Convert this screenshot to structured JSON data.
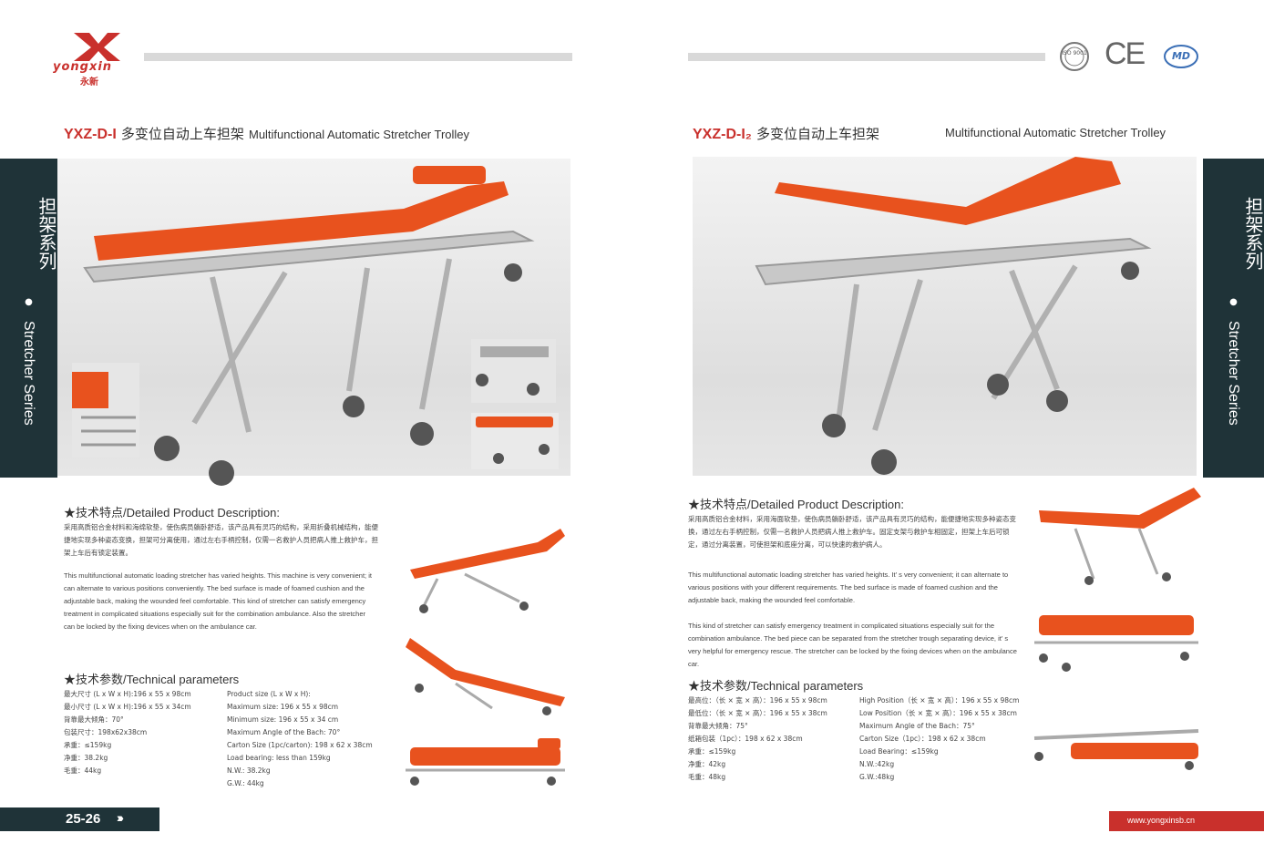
{
  "brand": {
    "name": "yongxin",
    "name_cn": "永新"
  },
  "cert_logos": [
    "iso-9001-seal",
    "ce-mark",
    "md-mark"
  ],
  "iso_text": "ISO 9001",
  "ce_text": "CE",
  "md_text": "MD",
  "left": {
    "model": "YXZ-D-I",
    "model_cn": "多变位自动上车担架",
    "model_en": "Multifunctional Automatic Stretcher Trolley",
    "desc_title": "★技术特点/Detailed Product Description:",
    "desc_cn": "采用高质铝合金材料和海绵软垫，使伤病员躺卧舒适，该产品具有灵巧的结构，采用折叠机械结构，能便捷地实现多种姿态变换，担架可分离使用，通过左右手柄控制，仅需一名救护人员把病人推上救护车，担架上车后有锁定装置。",
    "desc_en": "This multifunctional automatic loading stretcher has varied heights. This machine is very convenient; it can alternate to various positions conveniently. The bed surface is made of foamed cushion and the adjustable back, making the wounded feel comfortable. This kind of stretcher can satisfy emergency treatment in complicated situations especially suit for the combination ambulance. Also the stretcher can be locked by the fixing devices when on the ambulance car.",
    "param_title": "★技术参数/Technical parameters",
    "params_cn": [
      "最大尺寸 (L x W x H):196 x 55 x 98cm",
      "最小尺寸 (L x W x H):196 x 55 x 34cm",
      "背靠最大倾角：70°",
      "包装尺寸：198x62x38cm",
      "承重：≤159kg",
      "净重：38.2kg",
      "毛重：44kg"
    ],
    "params_en": [
      "Product size (L x W x H):",
      "Maximum size: 196 x 55 x 98cm",
      "Minimum size: 196 x 55 x 34 cm",
      "Maximum Angle of the Bach: 70°",
      "Carton Size (1pc/carton): 198 x 62 x 38cm",
      "Load bearing: less than 159kg",
      "N.W.: 38.2kg",
      "G.W.: 44kg"
    ]
  },
  "right": {
    "model": "YXZ-D-I₂",
    "model_cn": "多变位自动上车担架",
    "model_en": "Multifunctional Automatic Stretcher Trolley",
    "desc_title": "★技术特点/Detailed Product Description:",
    "desc_cn": "采用高质铝合金材料，采用海面软垫，使伤病员躺卧舒适，该产品具有灵巧的结构，能便捷地实现多种姿态变换，通过左右手柄控制，仅需一名救护人员把病人推上救护车。固定支架与救护车相固定，担架上车后可锁定，通过分离装置，可使担架和底座分离，可以快速的救护病人。",
    "desc_en": "This multifunctional automatic loading stretcher has varied heights. It' s very convenient; it can alternate to various positions with your different requirements. The bed surface is made of foamed cushion and the adjustable back, making the wounded feel comfortable.",
    "desc_en2": "This kind of stretcher can satisfy emergency treatment in complicated situations especially suit for the combination ambulance. The bed piece can be separated from the stretcher trough separating device, it' s very helpful for emergency rescue. The stretcher can be locked by the fixing devices when on the ambulance car.",
    "param_title": "★技术参数/Technical parameters",
    "params_cn": [
      "最高位：（长 × 宽 × 高）：196 x 55 x 98cm",
      "最低位：（长 × 宽 × 高）：196 x 55 x 38cm",
      "背靠最大倾角：75°",
      "纸箱包装（1pc）：198 x 62 x 38cm",
      "承重：≤159kg",
      "净重：42kg",
      "毛重：48kg"
    ],
    "params_en": [
      "High Position（长 × 宽 × 高）：196 x 55 x 98cm",
      "Low Position（长 × 宽 × 高）：196 x 55 x 38cm",
      "Maximum Angle of the Bach：75°",
      "Carton Size（1pc）：198 x 62 x 38cm",
      "Load Bearing：≤159kg",
      "N.W.:42kg",
      "G.W.:48kg"
    ]
  },
  "sidebar": {
    "cn": "担架系列",
    "dot": "●",
    "en": "Stretcher Series"
  },
  "page_number": "25-26",
  "website": "www.yongxinsb.cn",
  "colors": {
    "accent_red": "#c9302c",
    "stretcher_orange": "#e8521e",
    "sidebar_dark": "#1f3338"
  }
}
